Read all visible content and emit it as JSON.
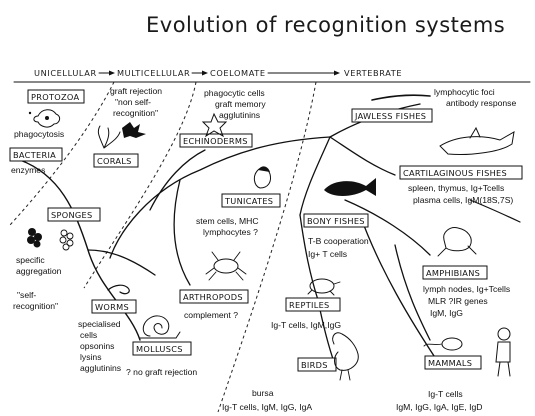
{
  "title": "Evolution of recognition systems",
  "stages": [
    "UNICELLULAR",
    "MULTICELLULAR",
    "COELOMATE",
    "VERTEBRATE"
  ],
  "groups": {
    "protozoa": "PROTOZOA",
    "bacteria": "BACTERIA",
    "corals": "CORALS",
    "sponges": "SPONGES",
    "worms": "WORMS",
    "molluscs": "MOLLUSCS",
    "echinoderms": "ECHINODERMS",
    "tunicates": "TUNICATES",
    "arthropods": "ARTHROPODS",
    "jawless": "JAWLESS FISHES",
    "cartilaginous": "CARTILAGINOUS FISHES",
    "bony": "BONY FISHES",
    "amphibians": "AMPHIBIANS",
    "reptiles": "REPTILES",
    "birds": "BIRDS",
    "mammals": "MAMMALS"
  },
  "notes": {
    "phagocytosis": "phagocytosis",
    "enzymes": "enzymes",
    "graft_1": "graft rejection",
    "graft_2": "\"non self-",
    "graft_3": "recognition\"",
    "echino_1": "phagocytic cells",
    "echino_2": "graft memory",
    "echino_3": "agglutinins",
    "jawless_1": "lymphocytic foci",
    "jawless_2": "antibody response",
    "cart_1": "spleen, thymus, Ig+Tcells",
    "cart_2": "plasma cells, IgM(18S,7S)",
    "specific_1": "specific",
    "specific_2": "aggregation",
    "self_1": "\"self-",
    "self_2": "recognition\"",
    "tunic_1": "stem cells, MHC",
    "tunic_2": "lymphocytes ?",
    "bony_1": "T-B cooperation",
    "bony_2": "Ig+ T cells",
    "amph_1": "lymph nodes, Ig+Tcells",
    "amph_2": "MLR    ?IR genes",
    "amph_3": "IgM, IgG",
    "worms_1": "specialised",
    "worms_2": "cells",
    "worms_3": "opsonins",
    "worms_4": "lysins",
    "worms_5": "agglutinins",
    "complement": "complement ?",
    "reptiles_1": "Ig-T cells, IgM,IgG",
    "no_graft": "? no graft rejection",
    "bursa": "bursa",
    "birds_1": "Ig-T cells, IgM, IgG, IgA",
    "mammals_1": "Ig-T cells",
    "mammals_2": "IgM, IgG, IgA, IgE, IgD"
  }
}
